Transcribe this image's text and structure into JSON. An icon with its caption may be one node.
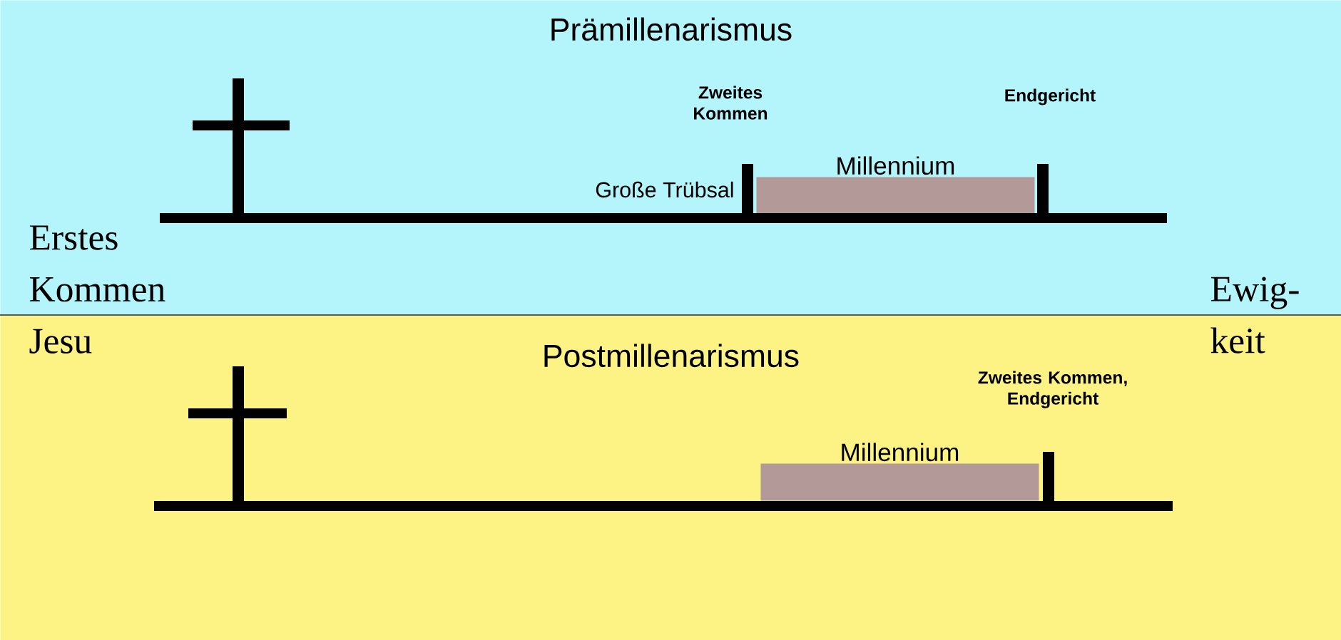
{
  "diagram": {
    "nodes": [
      {
        "text": [
          "Prämillenarismus"
        ]
      },
      {
        "text": [
          "Postmillenarismus"
        ]
      },
      {
        "text": [
          "Millennium"
        ],
        "in": 0
      },
      {
        "text": [
          "Millennium"
        ],
        "in": 1
      }
    ],
    "labels": [
      "Zweites Kommen",
      "Endgericht",
      "Große Trübsal",
      "Erstes Kommen Jesu",
      "Ewig- keit",
      "Zweites Kommen, Endgericht"
    ]
  }
}
